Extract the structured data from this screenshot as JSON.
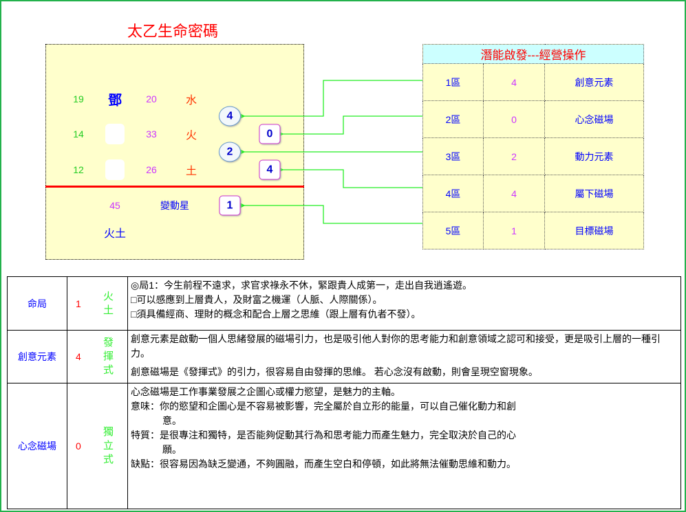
{
  "title": "太乙生命密碼",
  "chart": {
    "r1": {
      "a": "19",
      "b": "鄧",
      "c": "20",
      "d": "水"
    },
    "r2": {
      "a": "14",
      "c": "33",
      "d": "火"
    },
    "r3": {
      "a": "12",
      "c": "26",
      "d": "土"
    },
    "bottom": {
      "num": "45",
      "star": "變動星",
      "elem": "火土"
    },
    "markers": [
      "4",
      "0",
      "2",
      "4",
      "1"
    ]
  },
  "potential": {
    "header": "潛能啟發---經營操作",
    "rows": [
      {
        "zone": "1區",
        "value": "4",
        "name": "創意元素"
      },
      {
        "zone": "2區",
        "value": "0",
        "name": "心念磁場"
      },
      {
        "zone": "3區",
        "value": "2",
        "name": "動力元素"
      },
      {
        "zone": "4區",
        "value": "4",
        "name": "屬下磁場"
      },
      {
        "zone": "5區",
        "value": "1",
        "name": "目標磁場"
      }
    ]
  },
  "table": [
    {
      "label": "命局",
      "num": "1",
      "type": "火土",
      "lines": [
        "◎局1：今生前程不遠求，求官求祿永不休，緊跟貴人成第一，走出自我逍遙遊。",
        "□可以感應到上層貴人，及財富之機運（人脈、人際關係）。",
        "□須具備經商、理財的概念和配合上層之思維（跟上層有仇者不發）。"
      ]
    },
    {
      "label": "創意元素",
      "num": "4",
      "type": "發揮式",
      "lines": [
        "創意元素是啟動一個人思緒發展的磁場引力，也是吸引他人對你的思考能力和創意領域之認可和接受，更是吸引上層的一種引力。",
        "創意磁場是《發揮式》的引力，很容易自由發揮的思維。 若心念沒有啟動，則會呈現空窗現象。"
      ]
    },
    {
      "label": "心念磁場",
      "num": "0",
      "type": "獨立式",
      "lines": [
        "心念磁場是工作事業發展之企圖心或權力慾望，是魅力的主軸。",
        "意味：你的慾望和企圖心是不容易被影響，完全屬於自立形的能量，可以自己催化動力和創",
        "意。",
        "特質：是很專注和獨特，是否能夠促動其行為和思考能力而產生魅力，完全取決於自己的心",
        "願。",
        "缺點：很容易因為缺乏變通，不夠圓融，而產生空白和停頓，如此將無法催動思維和動力。"
      ]
    }
  ]
}
